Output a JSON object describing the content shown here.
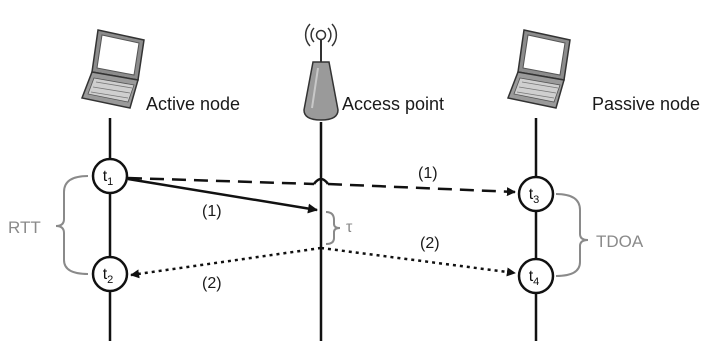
{
  "nodes": {
    "active": {
      "label": "Active node"
    },
    "access_point": {
      "label": "Access point"
    },
    "passive": {
      "label": "Passive node"
    }
  },
  "events": {
    "t1": {
      "base": "t",
      "sub": "1"
    },
    "t2": {
      "base": "t",
      "sub": "2"
    },
    "t3": {
      "base": "t",
      "sub": "3"
    },
    "t4": {
      "base": "t",
      "sub": "4"
    }
  },
  "messages": {
    "m1_direct": {
      "label": "(1)"
    },
    "m1_to_ap": {
      "label": "(1)"
    },
    "m2_to_passive": {
      "label": "(2)"
    },
    "m2_to_active": {
      "label": "(2)"
    }
  },
  "intervals": {
    "rtt": {
      "label": "RTT"
    },
    "tau": {
      "label": "τ"
    },
    "tdoa": {
      "label": "TDOA"
    }
  },
  "colors": {
    "line": "#111111",
    "bracket": "#8a8a8a"
  }
}
